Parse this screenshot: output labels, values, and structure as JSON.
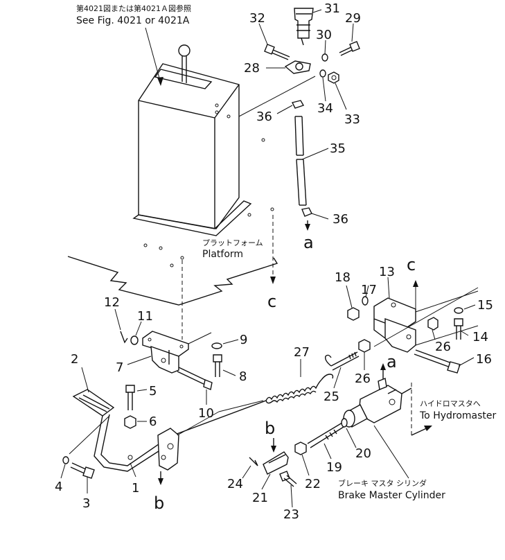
{
  "reference": {
    "jp": "第4021図または第4021Ａ図参照",
    "en": "See Fig. 4021 or 4021A"
  },
  "platform": {
    "jp": "プラットフォーム",
    "en": "Platform"
  },
  "to_hydromaster": {
    "jp": "ハイドロマスタへ",
    "en": "To Hydromaster"
  },
  "brake_master_cylinder": {
    "jp": "ブレーキ マスタ シリンダ",
    "en": "Brake Master Cylinder"
  },
  "connection_letters": {
    "a_top": "a",
    "a_bottom": "a",
    "b_left": "b",
    "b_right": "b",
    "c_left": "c",
    "c_right": "c"
  },
  "part_numbers": {
    "p1": "1",
    "p2": "2",
    "p3": "3",
    "p4": "4",
    "p5": "5",
    "p6": "6",
    "p7": "7",
    "p8": "8",
    "p9": "9",
    "p10": "10",
    "p11": "11",
    "p12": "12",
    "p13": "13",
    "p14": "14",
    "p15": "15",
    "p16": "16",
    "p17": "17",
    "p18": "18",
    "p19": "19",
    "p20": "20",
    "p21": "21",
    "p22": "22",
    "p23": "23",
    "p24": "24",
    "p25": "25",
    "p26a": "26",
    "p26b": "26",
    "p27": "27",
    "p28": "28",
    "p29": "29",
    "p30": "30",
    "p31": "31",
    "p32": "32",
    "p33": "33",
    "p34": "34",
    "p35": "35",
    "p36a": "36",
    "p36b": "36"
  }
}
